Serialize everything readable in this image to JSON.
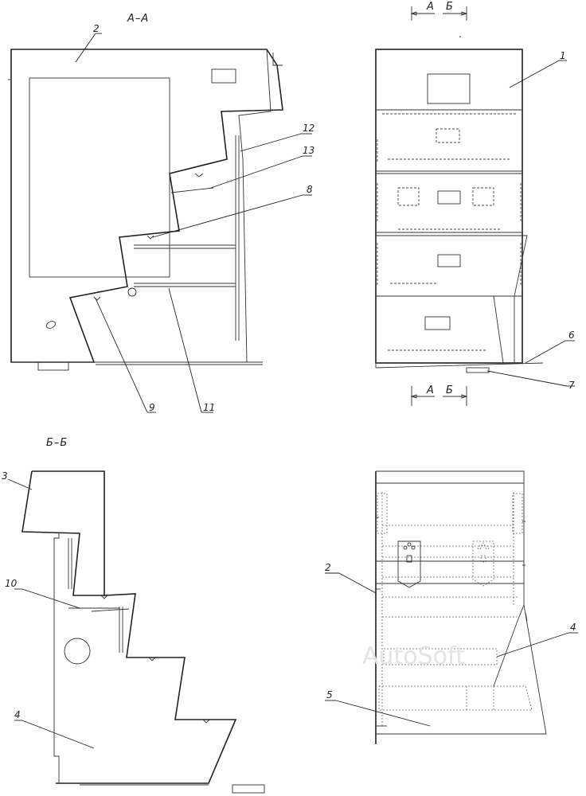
{
  "sections": {
    "aa": "А–А",
    "bb": "Б–Б",
    "cut_a": "А",
    "cut_b": "Б"
  },
  "callouts": {
    "c1": "1",
    "c2": "2",
    "c3": "3",
    "c4": "4",
    "c5": "5",
    "c6": "6",
    "c7": "7",
    "c8": "8",
    "c9": "9",
    "c10": "10",
    "c11": "11",
    "c12": "12",
    "c13": "13"
  },
  "watermark": "AutoSoft",
  "colors": {
    "line": "#222222",
    "background": "#ffffff"
  }
}
